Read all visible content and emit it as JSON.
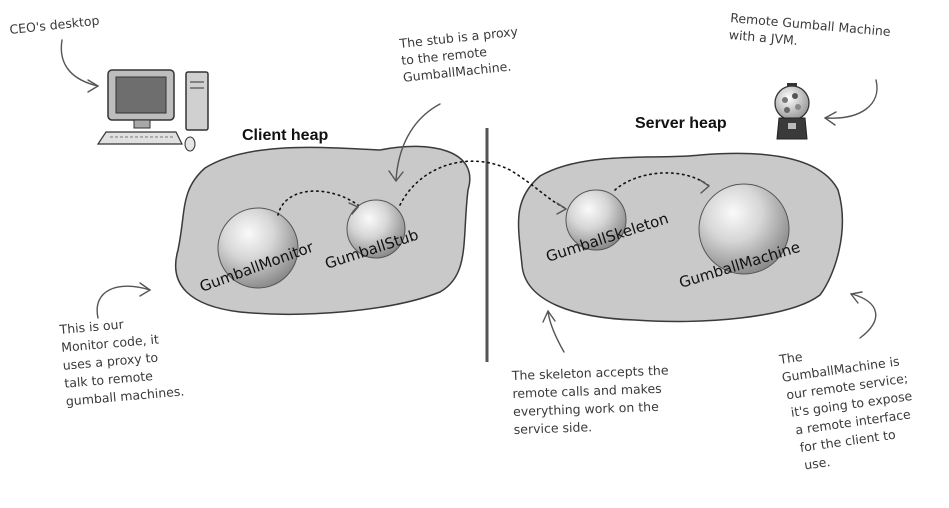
{
  "labels": {
    "ceo_desktop": "CEO's desktop",
    "client_heap": "Client heap",
    "server_heap": "Server heap",
    "remote_machine": [
      "Remote Gumball Machine",
      "with a JVM."
    ],
    "stub_note": [
      "The stub is a proxy",
      "to the remote",
      "GumballMachine."
    ],
    "monitor_note": [
      "This is our",
      "Monitor code, it",
      "uses a proxy to",
      "talk to remote",
      "gumball machines."
    ],
    "skeleton_note": [
      "The skeleton accepts the",
      "remote calls and makes",
      "everything work on the",
      "service side."
    ],
    "machine_note": [
      "The",
      "GumballMachine is",
      "our remote service;",
      "it's going to expose",
      "a remote interface",
      "for the client to",
      "use."
    ]
  },
  "objects": {
    "monitor": "GumballMonitor",
    "stub": "GumballStub",
    "skeleton": "GumballSkeleton",
    "machine": "GumballMachine"
  },
  "colors": {
    "heap_fill": "#c9c9c9",
    "heap_stroke": "#3a3a3a",
    "divider": "#555555",
    "ball_light": "#f2f2f2",
    "ball_dark": "#8a8a8a"
  },
  "icons": {
    "computer": "desktop-computer-icon",
    "gumball": "gumball-machine-icon"
  }
}
